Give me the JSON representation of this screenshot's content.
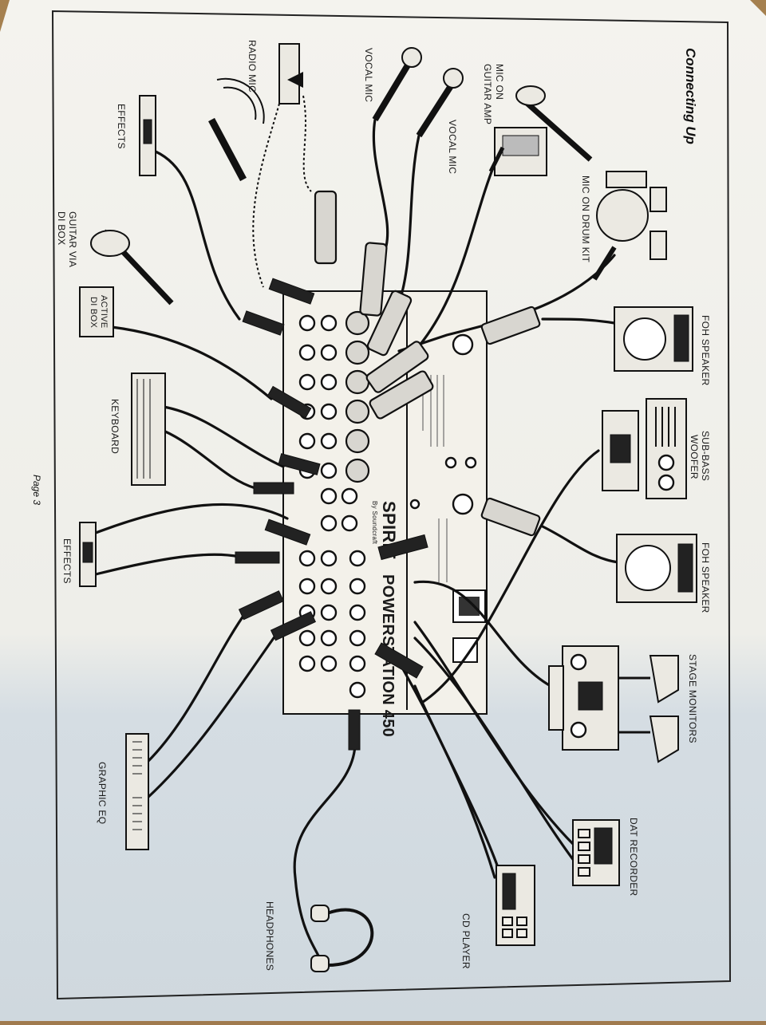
{
  "page": {
    "title": "Connecting Up",
    "page_label": "Page 3"
  },
  "mixer": {
    "brand": "SPIRIT",
    "maker": "By Soundcraft",
    "model": "POWERSTATION 450"
  },
  "labels": {
    "mic_drum_kit": "MIC ON DRUM KIT",
    "mic_guitar_amp": "MIC ON GUITAR AMP",
    "vocal_mic_1": "VOCAL MIC",
    "vocal_mic_2": "VOCAL MIC",
    "radio_mic": "RADIO MIC",
    "effects_top": "EFFECTS",
    "guitar_di": "GUITAR VIA DI BOX",
    "active_di": "ACTIVE DI BOX",
    "keyboard": "KEYBOARD",
    "effects_bottom": "EFFECTS",
    "graphic_eq": "GRAPHIC EQ",
    "headphones": "HEADPHONES",
    "cd_player": "CD PLAYER",
    "dat_recorder": "DAT RECORDER",
    "stage_monitors": "STAGE MONITORS",
    "foh_speaker_bottom": "FOH SPEAKER",
    "sub_bass": "SUB-BASS WOOFER",
    "foh_speaker_top": "FOH SPEAKER"
  },
  "colors": {
    "paper": "#f2f1ec",
    "ink": "#111111",
    "table": "#a07a4e",
    "shadow": "#c9d3da"
  }
}
